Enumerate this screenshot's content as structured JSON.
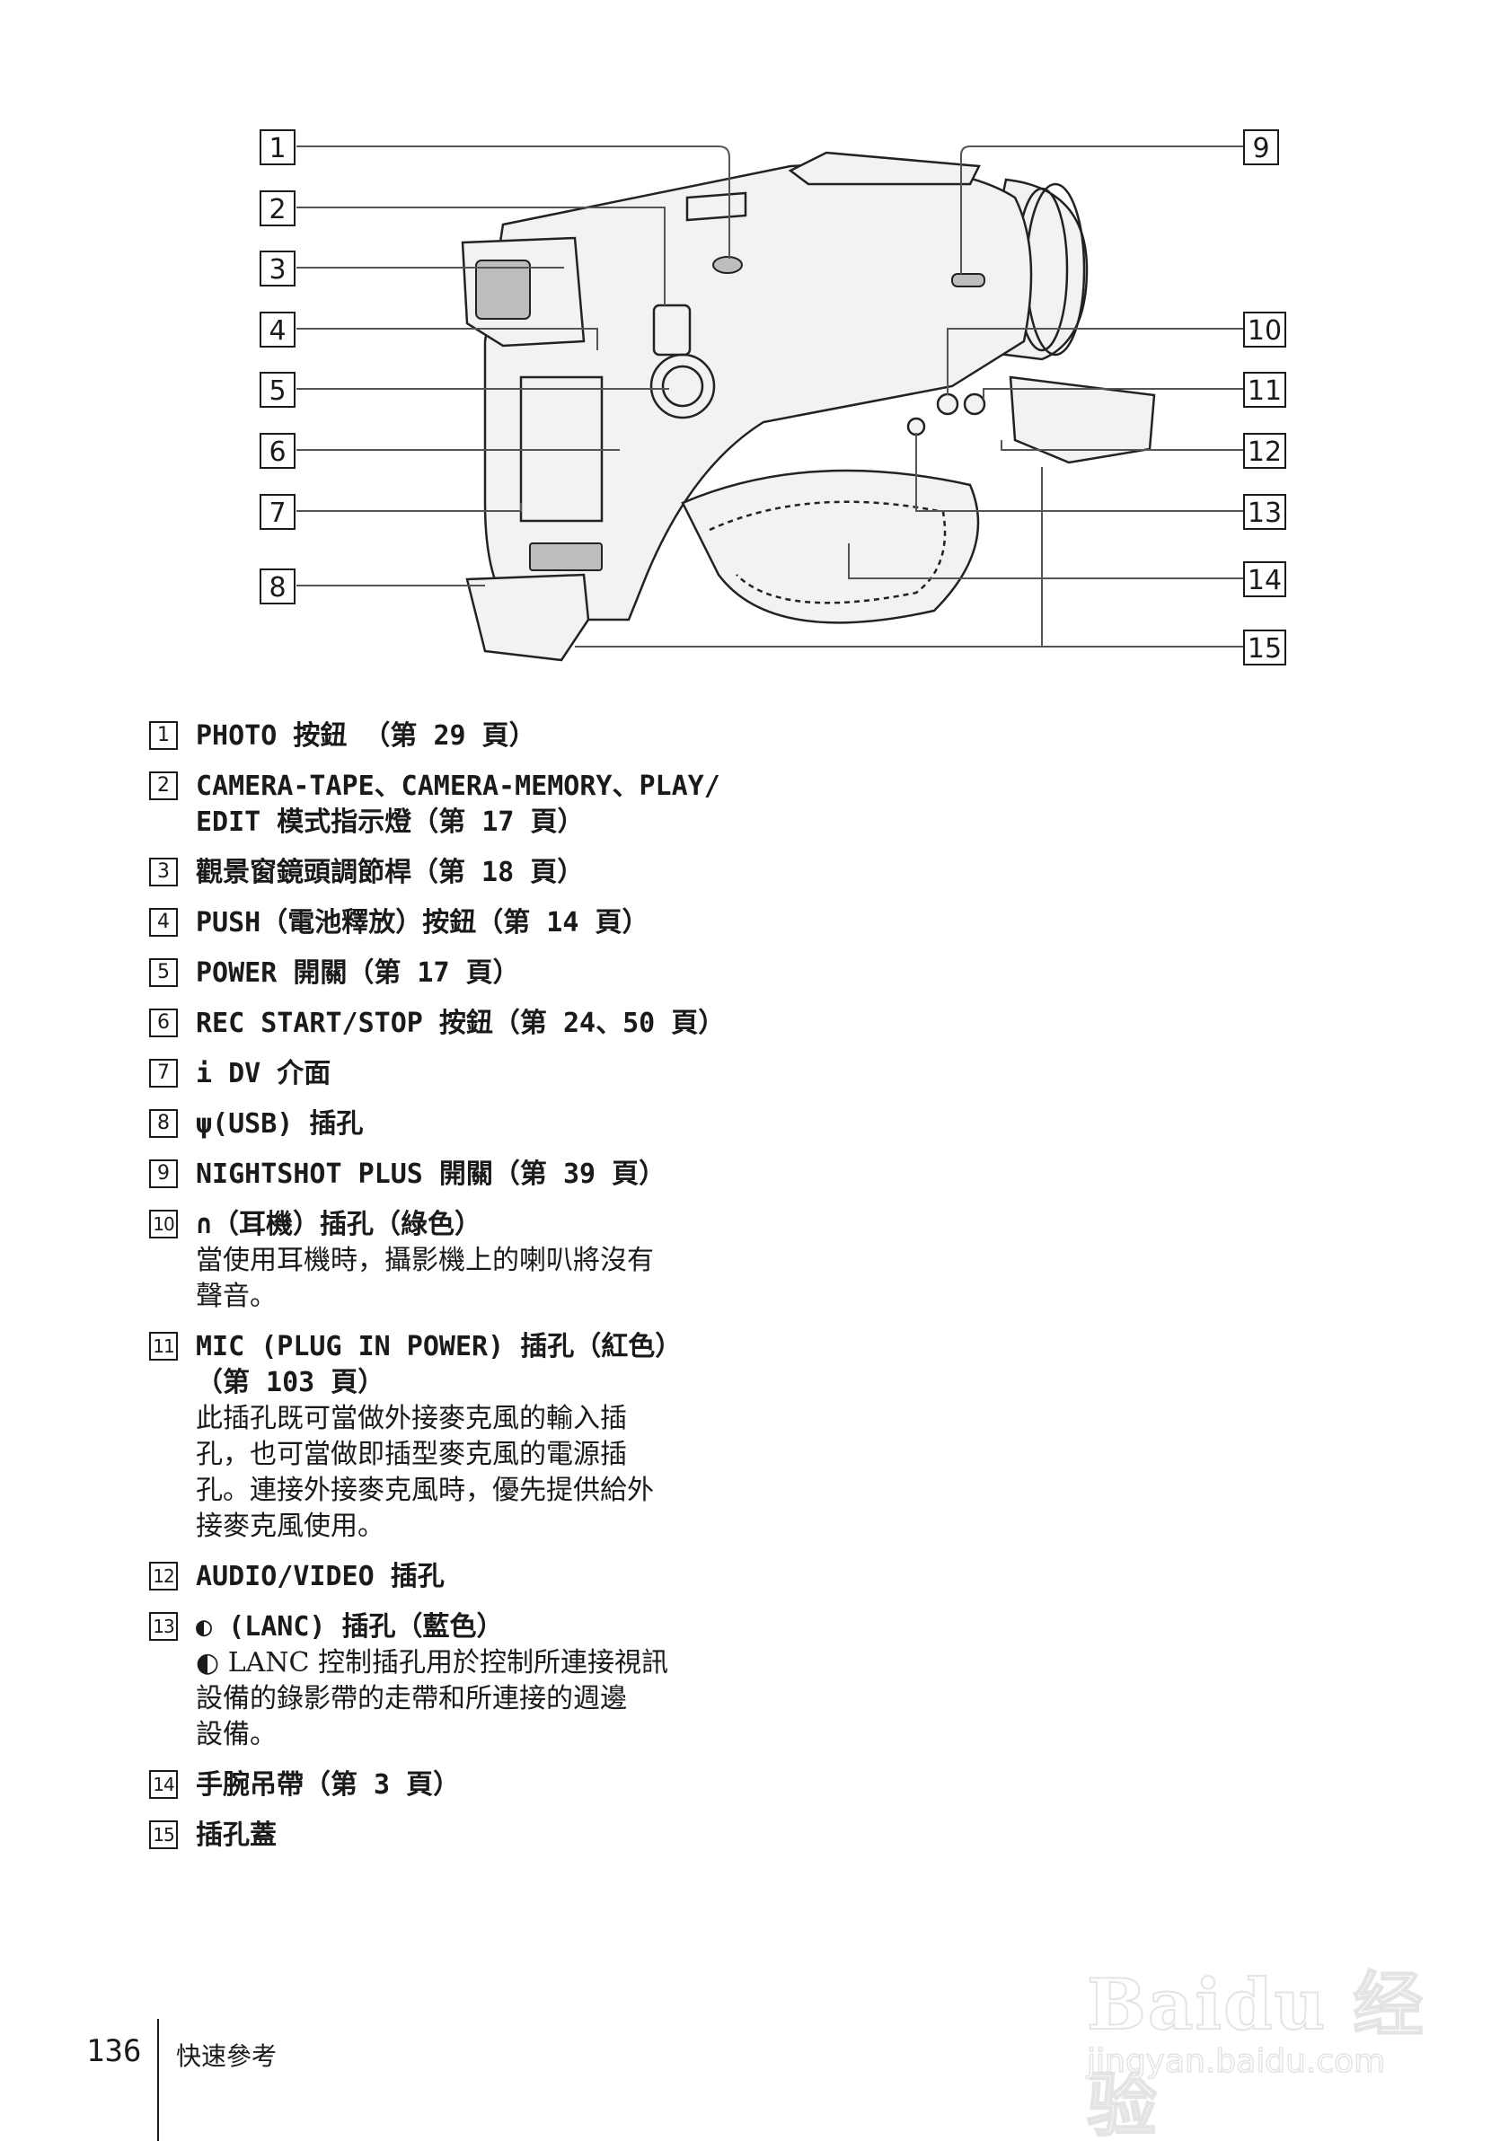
{
  "callouts": [
    "1",
    "2",
    "3",
    "4",
    "5",
    "6",
    "7",
    "8",
    "9",
    "10",
    "11",
    "12",
    "13",
    "14",
    "15"
  ],
  "legend": [
    {
      "num": "1",
      "label": "PHOTO 按鈕 （第 29 頁）"
    },
    {
      "num": "2",
      "label": "CAMERA-TAPE、CAMERA-MEMORY、PLAY/\nEDIT 模式指示燈（第 17 頁）"
    },
    {
      "num": "3",
      "label": "觀景窗鏡頭調節桿（第 18 頁）"
    },
    {
      "num": "4",
      "label": "PUSH（電池釋放）按鈕（第 14 頁）"
    },
    {
      "num": "5",
      "label": "POWER 開關（第 17 頁）"
    },
    {
      "num": "6",
      "label": "REC START/STOP 按鈕（第 24、50 頁）"
    },
    {
      "num": "7",
      "label": "i DV 介面"
    },
    {
      "num": "8",
      "label": "ψ(USB) 插孔"
    },
    {
      "num": "9",
      "label": "NIGHTSHOT PLUS 開關（第 39 頁）"
    },
    {
      "num": "10",
      "label": "∩（耳機）插孔（綠色）",
      "desc": "當使用耳機時，攝影機上的喇叭將沒有\n聲音。"
    },
    {
      "num": "11",
      "label": "MIC (PLUG IN POWER) 插孔（紅色）\n（第 103 頁）",
      "desc": "此插孔既可當做外接麥克風的輸入插\n孔，也可當做即插型麥克風的電源插\n孔。連接外接麥克風時，優先提供給外\n接麥克風使用。"
    },
    {
      "num": "12",
      "label": "AUDIO/VIDEO 插孔"
    },
    {
      "num": "13",
      "label": "◐ (LANC) 插孔（藍色）",
      "desc": "◐ LANC 控制插孔用於控制所連接視訊\n設備的錄影帶的走帶和所連接的週邊\n設備。"
    },
    {
      "num": "14",
      "label": "手腕吊帶（第 3 頁）"
    },
    {
      "num": "15",
      "label": "插孔蓋"
    }
  ],
  "footer": {
    "page_number": "136",
    "section": "快速參考"
  },
  "watermark": {
    "logo": "Baidu 经验",
    "url": "jingyan.baidu.com"
  }
}
